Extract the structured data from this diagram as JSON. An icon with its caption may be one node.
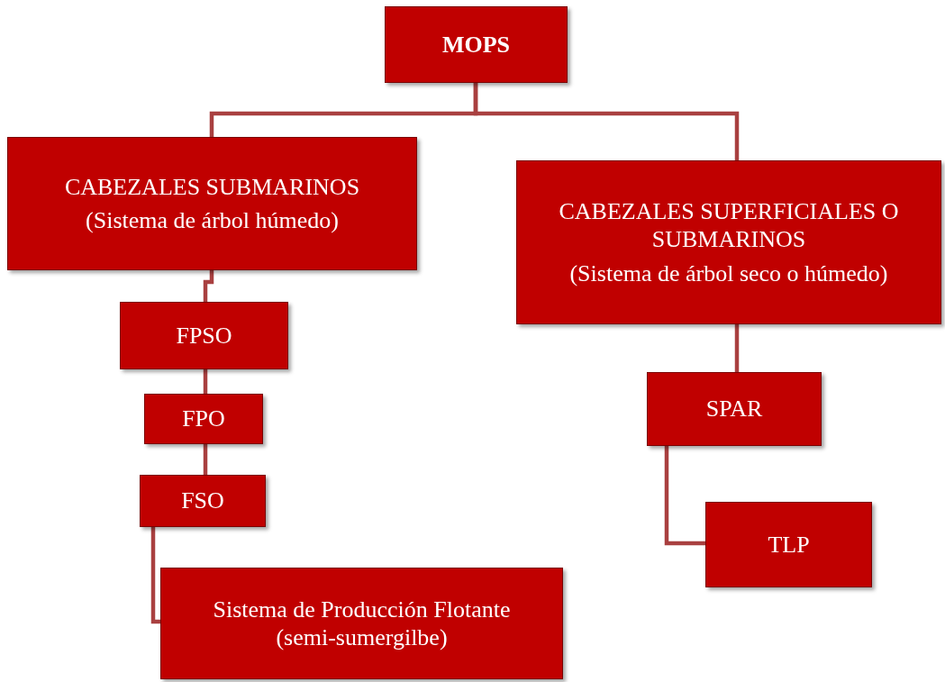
{
  "diagram": {
    "nodes": [
      {
        "text": [
          "MOPS"
        ]
      },
      {
        "text": [
          "CABEZALES SUBMARINOS",
          "(Sistema de árbol húmedo)"
        ]
      },
      {
        "text": [
          "CABEZALES SUPERFICIALES O SUBMARINOS",
          "(Sistema de árbol seco o húmedo)"
        ]
      },
      {
        "text": [
          "FPSO"
        ]
      },
      {
        "text": [
          "FPO"
        ]
      },
      {
        "text": [
          "FSO"
        ]
      },
      {
        "text": [
          "Sistema de Producción Flotante",
          "(semi-sumergilbe)"
        ]
      },
      {
        "text": [
          "SPAR"
        ]
      },
      {
        "text": [
          "TLP"
        ]
      }
    ],
    "edges": [
      {
        "from": 0,
        "to": 1,
        "arrow": "none"
      },
      {
        "from": 0,
        "to": 2,
        "arrow": "none"
      },
      {
        "from": 1,
        "to": 3,
        "arrow": "none"
      },
      {
        "from": 3,
        "to": 4,
        "arrow": "none"
      },
      {
        "from": 4,
        "to": 5,
        "arrow": "none"
      },
      {
        "from": 5,
        "to": 6,
        "arrow": "none"
      },
      {
        "from": 2,
        "to": 7,
        "arrow": "none"
      },
      {
        "from": 7,
        "to": 8,
        "arrow": "none"
      }
    ]
  }
}
